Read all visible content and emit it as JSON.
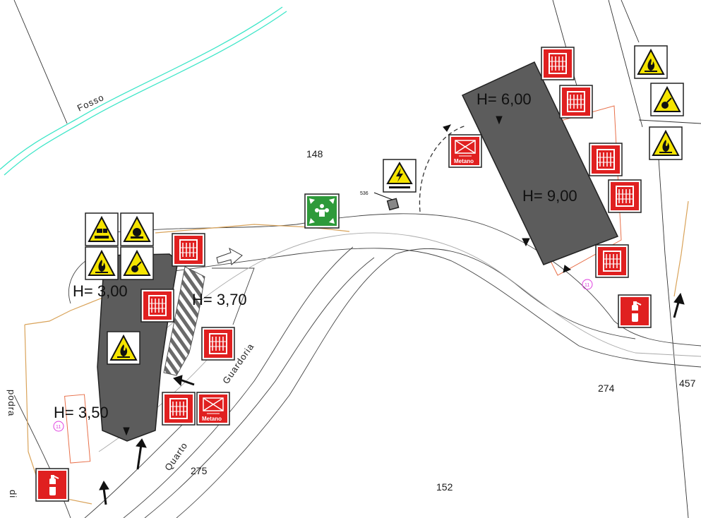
{
  "map": {
    "waterway_label": "Fosso",
    "road_label_1": "Quarto",
    "road_label_2": "Guardoria",
    "parcels": [
      "148",
      "274",
      "275",
      "152",
      "457",
      "536"
    ],
    "edge_labels": [
      "podra",
      "di"
    ],
    "heights": {
      "h1": "H= 3,00",
      "h2": "H= 3,70",
      "h3": "H= 3,50",
      "h4": "H= 6,00",
      "h5": "H= 9,00"
    },
    "gas_sign_label": "Metano",
    "circle_marker": "11",
    "colors": {
      "building": "#5c5c5c",
      "hatched_zone": "#ffffff",
      "sign_red": "#e02020",
      "sign_yellow": "#f5e400",
      "sign_green": "#2e9a3a",
      "waterway": "#3ee6c8",
      "boundary_orange": "#d9a35a",
      "route_red": "#e8704a"
    },
    "legend_icons": [
      "fire-hose-sign",
      "fire-extinguisher-sign",
      "methane-valve-sign",
      "flammable-warning-sign",
      "explosive-warning-sign",
      "corrosive-warning-sign",
      "electrical-hazard-sign",
      "assembly-point-sign",
      "escape-route-arrow"
    ]
  }
}
